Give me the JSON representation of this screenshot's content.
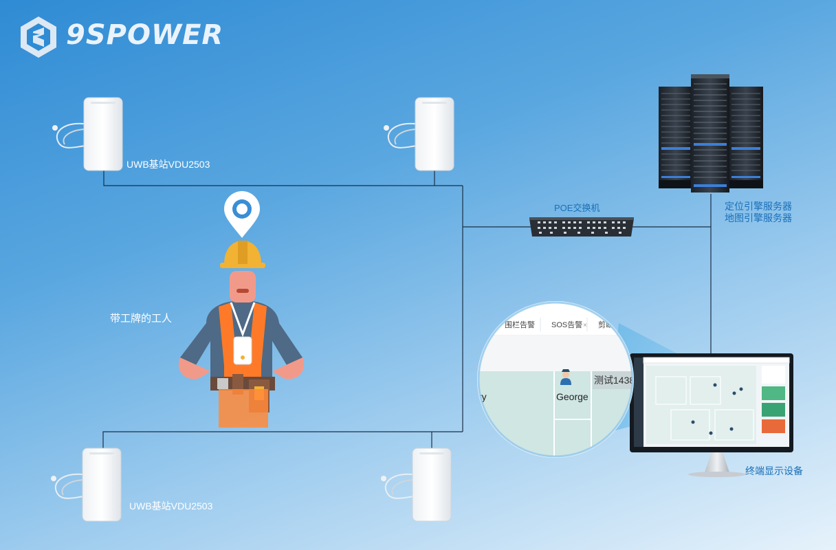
{
  "brand": {
    "name": "9SPOWER"
  },
  "labels": {
    "base_station_top": "UWB基站VDU2503",
    "base_station_bottom": "UWB基站VDU2503",
    "worker": "带工牌的工人",
    "switch": "POE交换机",
    "server_line1": "定位引擎服务器",
    "server_line2": "地图引擎服务器",
    "terminal": "终端显示设备"
  },
  "zoom": {
    "tabs": [
      "围栏告警",
      "SOS告警",
      "剪断告警"
    ],
    "tab_close": "×",
    "person_name": "George",
    "tag_label": "测试1438",
    "partial_text": "ry"
  },
  "colors": {
    "line": "#1a3a5a",
    "brand_blue": "#1a6fb8",
    "callout": "#5ab4e6"
  }
}
